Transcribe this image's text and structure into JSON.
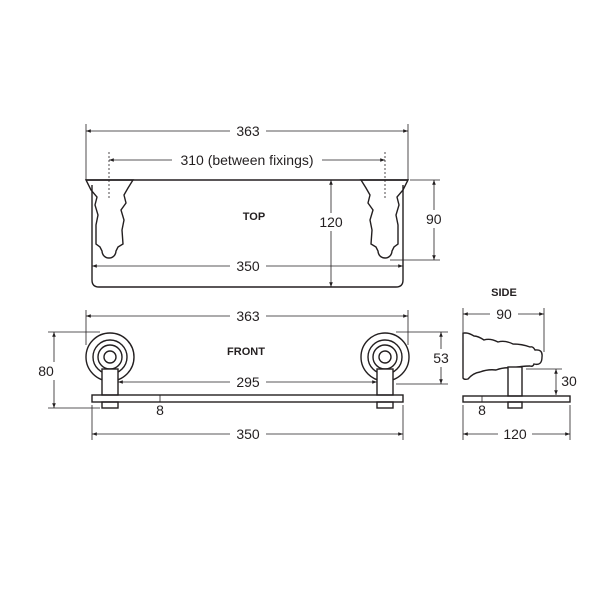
{
  "views": {
    "top": {
      "label": "TOP",
      "dims": {
        "overall_width": "363",
        "between_fixings": "310 (between fixings)",
        "depth": "120",
        "bracket_depth": "90",
        "shelf_width": "350"
      }
    },
    "front": {
      "label": "FRONT",
      "dims": {
        "overall_width": "363",
        "height": "80",
        "post_spacing": "295",
        "glass_thickness": "8",
        "rosette_height": "53",
        "shelf_width": "350"
      }
    },
    "side": {
      "label": "SIDE",
      "dims": {
        "bracket_depth": "90",
        "post_height": "30",
        "glass_thickness": "8",
        "shelf_depth": "120"
      }
    }
  },
  "colors": {
    "line": "#231f20",
    "background": "#ffffff"
  }
}
